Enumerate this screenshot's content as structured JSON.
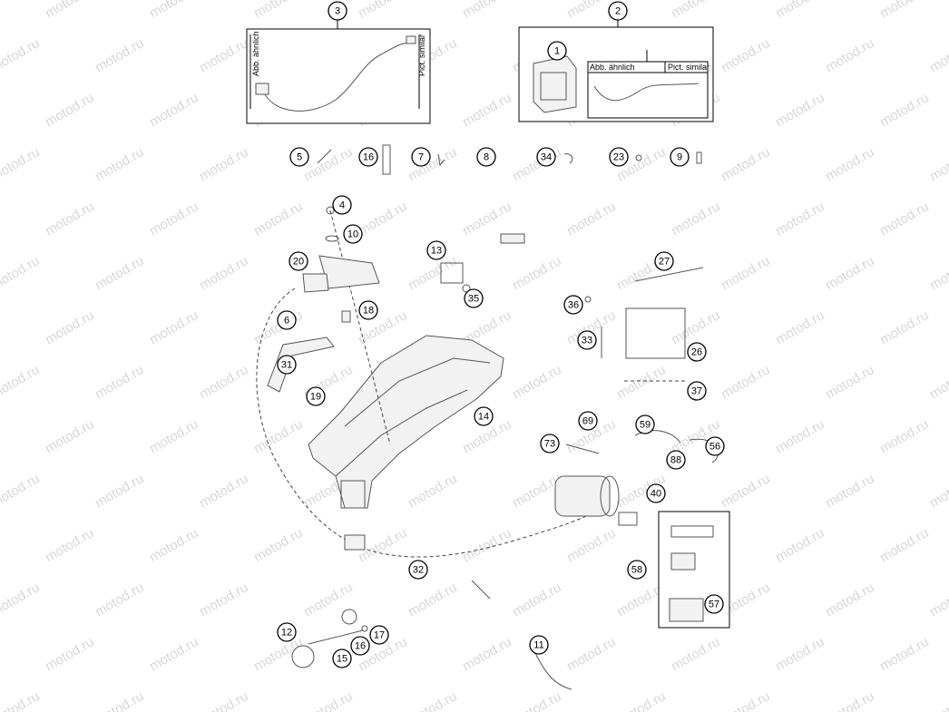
{
  "watermark": "motod.ru",
  "inset_labels": {
    "similar_de": "Abb. ähnlich",
    "similar_en": "Pict. similar",
    "subassembly": "#2"
  },
  "callouts": [
    "1",
    "2",
    "3",
    "4",
    "5",
    "6",
    "7",
    "8",
    "9",
    "10",
    "11",
    "12",
    "13",
    "14",
    "15",
    "16",
    "16",
    "17",
    "18",
    "19",
    "20",
    "23",
    "26",
    "27",
    "31",
    "32",
    "33",
    "34",
    "35",
    "36",
    "37",
    "40",
    "56",
    "57",
    "58",
    "59",
    "69",
    "73",
    "88"
  ],
  "colors": {
    "line": "#000000",
    "part_stroke": "#555555",
    "watermark": "#d8d8d8"
  }
}
